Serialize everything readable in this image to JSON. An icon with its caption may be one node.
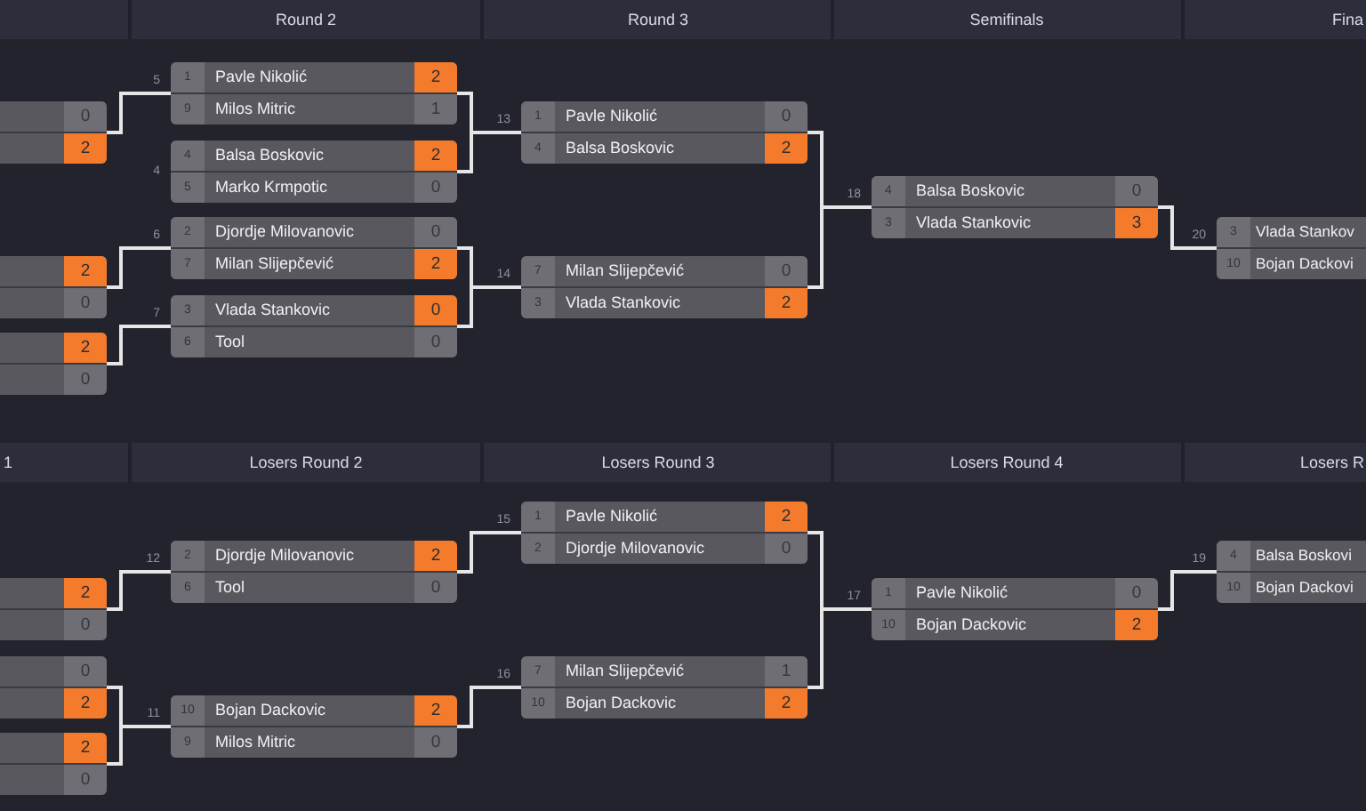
{
  "diagram": {
    "nodes": [
      {
        "text": [
          "0",
          "2"
        ]
      },
      {
        "text": [
          "2",
          "0"
        ]
      },
      {
        "text": [
          "2",
          "0"
        ]
      },
      {
        "text": [
          "1",
          "Pavle Nikolić",
          "2",
          "9",
          "Milos Mitric",
          "1"
        ],
        "beside": [
          "5"
        ]
      },
      {
        "text": [
          "4",
          "Balsa Boskovic",
          "2",
          "5",
          "Marko Krmpotic",
          "0"
        ],
        "beside": [
          "4"
        ]
      },
      {
        "text": [
          "2",
          "Djordje Milovanovic",
          "0",
          "7",
          "Milan Slijepčević",
          "2"
        ],
        "beside": [
          "6"
        ]
      },
      {
        "text": [
          "3",
          "Vlada Stankovic",
          "0",
          "6",
          "Tool",
          "0"
        ],
        "beside": [
          "7"
        ]
      },
      {
        "text": [
          "1",
          "Pavle Nikolić",
          "0",
          "4",
          "Balsa Boskovic",
          "2"
        ],
        "beside": [
          "13"
        ]
      },
      {
        "text": [
          "7",
          "Milan Slijepčević",
          "0",
          "3",
          "Vlada Stankovic",
          "2"
        ],
        "beside": [
          "14"
        ]
      },
      {
        "text": [
          "4",
          "Balsa Boskovic",
          "0",
          "3",
          "Vlada Stankovic",
          "3"
        ],
        "beside": [
          "18"
        ]
      },
      {
        "text": [
          "3",
          "Vlada Stankov",
          "10",
          "Bojan Dackovi"
        ],
        "beside": [
          "20"
        ]
      },
      {
        "text": [
          "2",
          "0"
        ]
      },
      {
        "text": [
          "0",
          "2"
        ]
      },
      {
        "text": [
          "2",
          "0"
        ]
      },
      {
        "text": [
          "2",
          "Djordje Milovanovic",
          "2",
          "6",
          "Tool",
          "0"
        ],
        "beside": [
          "12"
        ]
      },
      {
        "text": [
          "10",
          "Bojan Dackovic",
          "2",
          "9",
          "Milos Mitric",
          "0"
        ],
        "beside": [
          "11"
        ]
      },
      {
        "text": [
          "1",
          "Pavle Nikolić",
          "2",
          "2",
          "Djordje Milovanovic",
          "0"
        ],
        "beside": [
          "15"
        ]
      },
      {
        "text": [
          "7",
          "Milan Slijepčević",
          "1",
          "10",
          "Bojan Dackovic",
          "2"
        ],
        "beside": [
          "16"
        ]
      },
      {
        "text": [
          "1",
          "Pavle Nikolić",
          "0",
          "10",
          "Bojan Dackovic",
          "2"
        ],
        "beside": [
          "17"
        ]
      },
      {
        "text": [
          "4",
          "Balsa Boskovi",
          "10",
          "Bojan Dackovi"
        ],
        "beside": [
          "19"
        ]
      }
    ],
    "edges": [
      {
        "from": 0,
        "to": 3,
        "arrow": "none"
      },
      {
        "from": 1,
        "to": 5,
        "arrow": "none"
      },
      {
        "from": 2,
        "to": 6,
        "arrow": "none"
      },
      {
        "from": 3,
        "to": 7,
        "arrow": "none"
      },
      {
        "from": 4,
        "to": 7,
        "arrow": "none"
      },
      {
        "from": 5,
        "to": 8,
        "arrow": "none"
      },
      {
        "from": 6,
        "to": 8,
        "arrow": "none"
      },
      {
        "from": 7,
        "to": 9,
        "arrow": "none"
      },
      {
        "from": 8,
        "to": 9,
        "arrow": "none"
      },
      {
        "from": 9,
        "to": 10,
        "arrow": "none"
      },
      {
        "from": 11,
        "to": 14,
        "arrow": "none"
      },
      {
        "from": 12,
        "to": 15,
        "arrow": "none"
      },
      {
        "from": 13,
        "to": 15,
        "arrow": "none"
      },
      {
        "from": 14,
        "to": 16,
        "arrow": "none"
      },
      {
        "from": 15,
        "to": 17,
        "arrow": "none"
      },
      {
        "from": 16,
        "to": 18,
        "arrow": "none"
      },
      {
        "from": 17,
        "to": 18,
        "arrow": "none"
      },
      {
        "from": 18,
        "to": 19,
        "arrow": "none"
      }
    ],
    "labels": [
      "Round 2",
      "Round 3",
      "Semifinals",
      "Fina",
      "1",
      "Losers Round 2",
      "Losers Round 3",
      "Losers Round 4",
      "Losers R"
    ]
  }
}
